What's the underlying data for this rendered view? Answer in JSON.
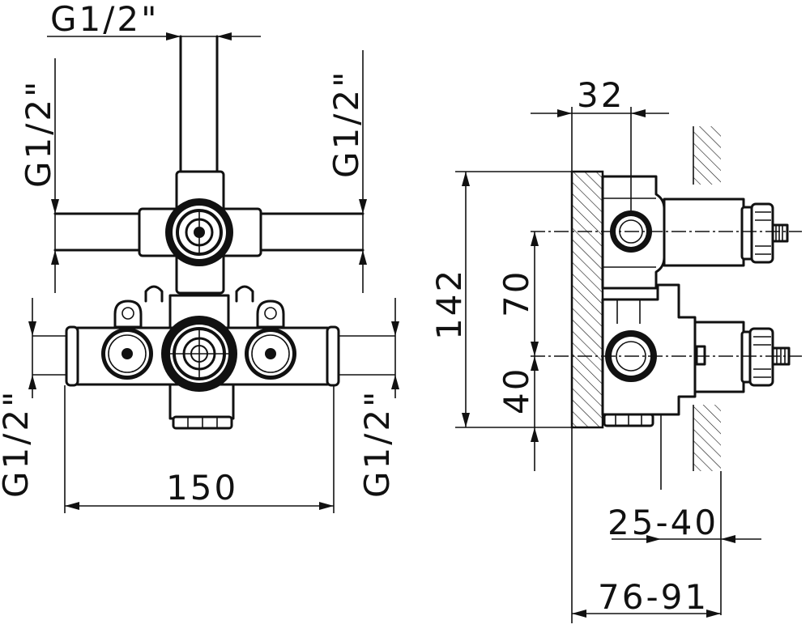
{
  "front_view": {
    "top_thread": "G1/2\"",
    "upper_left_thread": "G1/2\"",
    "upper_right_thread": "G1/2\"",
    "lower_left_thread": "G1/2\"",
    "lower_right_thread": "G1/2\"",
    "width": "150"
  },
  "side_view": {
    "depth_top": "32",
    "height_total": "142",
    "height_upper": "70",
    "height_lower": "40",
    "wall_range": "25-40",
    "total_range": "76-91"
  }
}
